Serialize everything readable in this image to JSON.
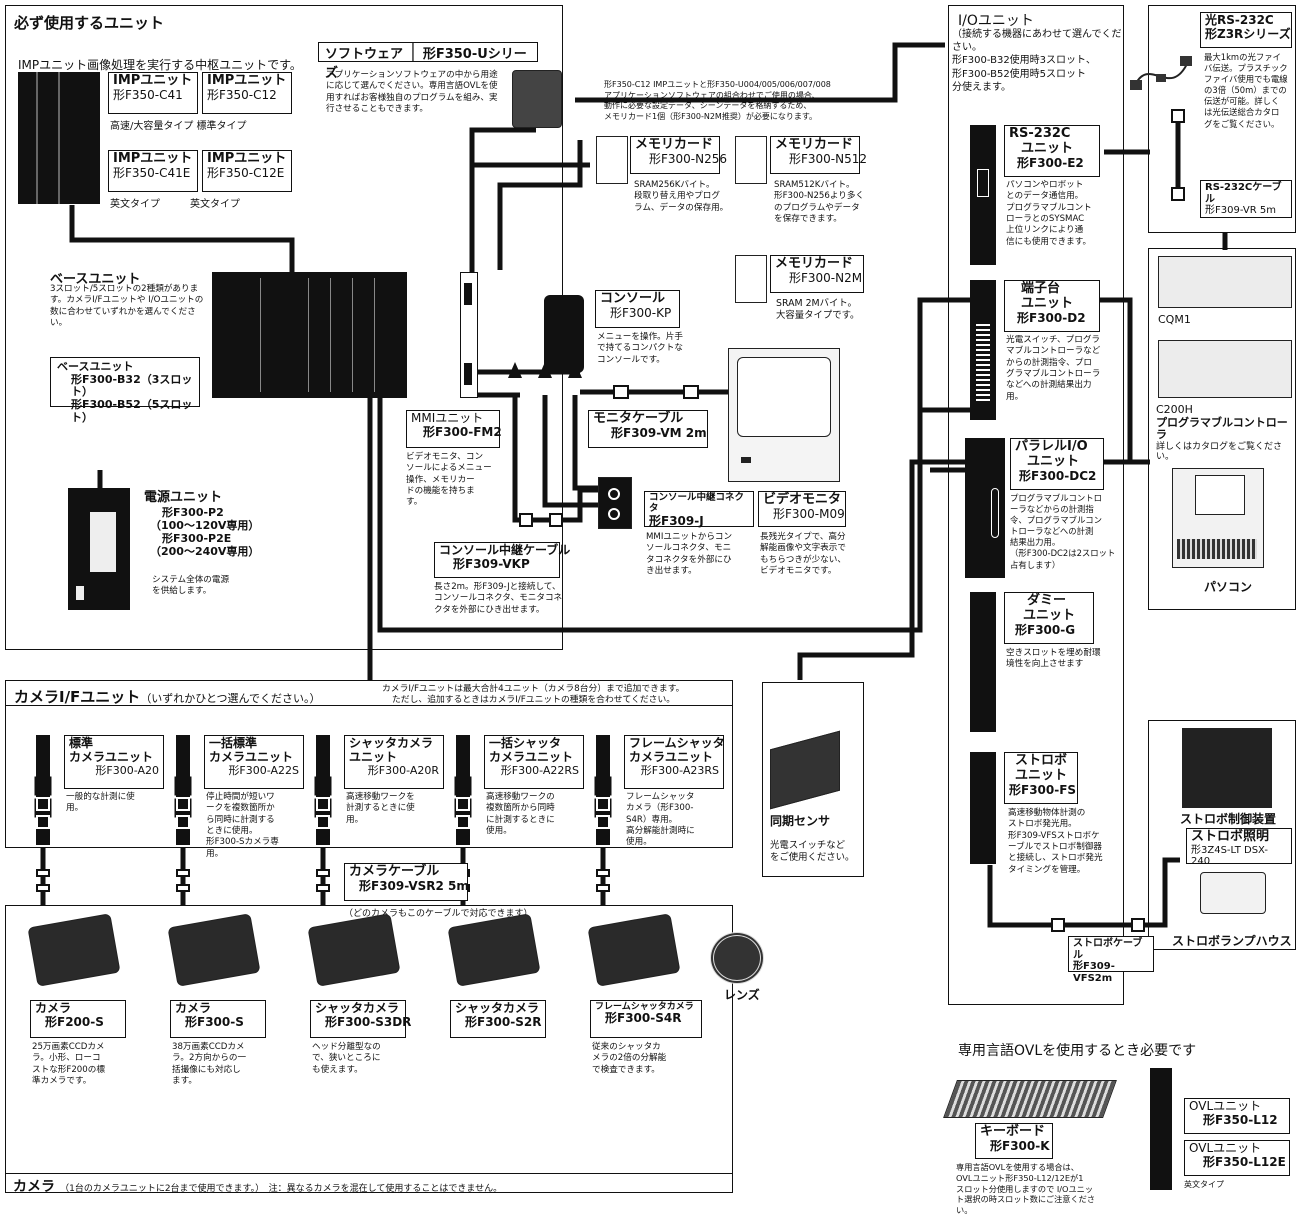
{
  "required": {
    "title": "必ず使用するユニット",
    "imp_intro": "IMPユニット画像処理を実行する中枢ユニットです。",
    "imp_units": [
      {
        "name": "IMPユニット",
        "model": "形F350-C41"
      },
      {
        "name": "IMPユニット",
        "model": "形F350-C12"
      },
      {
        "name": "IMPユニット",
        "model": "形F350-C41E"
      },
      {
        "name": "IMPユニット",
        "model": "形F350-C12E"
      }
    ],
    "imp_cap1": "高速/大容量タイプ 標準タイプ",
    "imp_cap2": "英文タイプ　　　英文タイプ",
    "software": {
      "name": "ソフトウェア",
      "model": "形F350-Uシリーズ",
      "desc": "アプリケーションソフトウェアの中から用途に応じて選んでください。専用言語OVLを使用すればお客様独自のプログラムを組み、実行させることもできます。"
    },
    "base": {
      "title": "ベースユニット",
      "desc": "3スロット/5スロットの2種類があります。カメラI/Fユニットや I/Oユニットの数に合わせていずれかを選んでください。",
      "box_title": "ベースユニット",
      "box_line1": "形F300-B32（3スロット）",
      "box_line2": "形F300-B52（5スロット）"
    },
    "power": {
      "title": "電源ユニット",
      "line1": "形F300-P2",
      "line2": "（100～120V専用）",
      "line3": "形F300-P2E",
      "line4": "（200～240V専用）",
      "desc": "システム全体の電源\nを供給します。"
    },
    "mmi": {
      "name": "MMIユニット",
      "model": "形F300-FM2",
      "desc": "ビデオモニタ、コン\nソールによるメニュー\n操作、メモリカー\nドの機能を持ちま\nす。"
    },
    "mem_note": "形F350-C12 IMPユニットと形F350-U004/005/006/007/008\nアプリケーションソフトウェアの組合わせでご使用の場合、\n動作に必要な設定データ、シーンデータを格納するため、\nメモリカード1個（形F300-N2M推奨）が必要になります。",
    "memcards": [
      {
        "name": "メモリカード",
        "model": "形F300-N256",
        "desc": "SRAM256Kバイト。\n段取り替え用やプログ\nラム、データの保存用。"
      },
      {
        "name": "メモリカード",
        "model": "形F300-N512",
        "desc": "SRAM512Kバイト。\n形F300-N256より多く\nのプログラムやデータ\nを保存できます。"
      },
      {
        "name": "メモリカード",
        "model": "形F300-N2M",
        "desc": "SRAM 2Mバイト。\n大容量タイプです。"
      }
    ],
    "console": {
      "name": "コンソール",
      "model": "形F300-KP",
      "desc": "メニューを操作。片手\nで持てるコンパクトな\nコンソールです。"
    },
    "monitor_cable": {
      "name": "モニタケーブル",
      "model": "形F309-VM 2m"
    },
    "console_conn": {
      "name": "コンソール中継コネクタ",
      "model": "形F309-J",
      "desc": "MMIユニットからコン\nソールコネクタ、モニ\nタコネクタを外部にひ\nき出せます。"
    },
    "video_monitor": {
      "name": "ビデオモニタ",
      "model": "形F300-M09",
      "desc": "長残光タイプで、高分\n解能画像や文字表示で\nもちらつきが少ない、\nビデオモニタです。"
    },
    "console_cable": {
      "name": "コンソール中継ケーブル",
      "model": "形F309-VKP",
      "desc": "長さ2m。形F309-Jと接続して、\nコンソールコネクタ、モニタコネ\nクタを外部にひき出せます。"
    }
  },
  "io": {
    "title": "I/Oユニット",
    "note": "（接続する機器にあわせて選んでください。\n形F300-B32使用時3スロット、\n形F300-B52使用時5スロット\n分使えます。",
    "units": [
      {
        "l1": "RS-232C",
        "l2": "ユニット",
        "model": "形F300-E2",
        "desc": "パソコンやロボット\nとのデータ通信用。\nプログラマブルコント\nローラとのSYSMAC\n上位リンクにより通\n信にも使用できます。"
      },
      {
        "l1": "端子台",
        "l2": "ユニット",
        "model": "形F300-D2",
        "desc": "光電スイッチ、プログラ\nマブルコントローラなど\nからの計測指令、プロ\nグラマブルコントローラ\nなどへの計測結果出力\n用。"
      },
      {
        "l1": "パラレルI/O",
        "l2": "ユニット",
        "model": "形F300-DC2",
        "desc": "プログラマブルコントロ\nーラなどからの計測指\n令、プログラマブルコン\nトローラなどへの計測\n結果出力用。\n（形F300-DC2は2スロット\n占有します）"
      },
      {
        "l1": "ダミー",
        "l2": "ユニット",
        "model": "形F300-G",
        "desc": "空きスロットを埋め耐環\n境性を向上させます"
      },
      {
        "l1": "ストロボ",
        "l2": "ユニット",
        "model": "形F300-FS",
        "desc": "高速移動物体計測の\nストロボ発光用。\n形F309-VFSストロボケ\nーブルでストロボ制御器\nと接続し、ストロボ発光\nタイミングを管理。"
      }
    ],
    "strobe_cable": {
      "name": "ストロボケーブル",
      "model": "形F309-VFS2m"
    }
  },
  "optical": {
    "title1": "光RS-232C",
    "title2": "形Z3Rシリーズ",
    "desc": "最大1kmの光ファイ\nバ伝送。プラスチック\nファイバ使用でも電線\nの3倍（50m）までの\n伝送が可能。詳しく\nは光伝送総合カタロ\nグをご覧ください。",
    "cable_name": "RS-232Cケーブル",
    "cable_model": "形F309-VR 5m"
  },
  "plc": {
    "cqm1": "CQM1",
    "c200h": "C200H",
    "plc_name": "プログラマブルコントローラ",
    "plc_note": "詳しくはカタログをご覧ください。",
    "pc": "パソコン"
  },
  "sync": {
    "name": "同期センサ",
    "desc": "光電スイッチなど\nをご使用ください。"
  },
  "strobe": {
    "ctrl": "ストロボ制御装置",
    "light_name": "ストロボ照明",
    "light_model": "形3Z4S-LT DSX-240",
    "lamp": "ストロボランプハウス"
  },
  "ovl": {
    "heading": "専用言語OVLを使用するとき必要です",
    "kb_name": "キーボード",
    "kb_model": "形F300-K",
    "kb_desc": "専用言語OVLを使用する場合は、\nOVLユニット形F350-L12/12Eが1\nスロット分使用しますので I/Oユニッ\nト選択の時スロット数にご注意くださ\nい。",
    "u1_name": "OVLユニット",
    "u1_model": "形F350-L12",
    "u2_name": "OVLユニット",
    "u2_model": "形F350-L12E",
    "u2_cap": "英文タイプ"
  },
  "camif": {
    "title": "カメラI/Fユニット",
    "title_note": "（いずれかひとつ選んでください。）",
    "note1": "カメラI/Fユニットは最大合計4ユニット（カメラ8台分）まで追加できます。",
    "note2": "ただし、追加するときはカメラI/Fユニットの種類を合わせてください。",
    "units": [
      {
        "l1": "標準",
        "l2": "カメラユニット",
        "model": "形F300-A20",
        "desc": "一般的な計測に使\n用。"
      },
      {
        "l1": "一括標準",
        "l2": "カメラユニット",
        "model": "形F300-A22S",
        "desc": "停止時間が短いワ\nークを複数箇所か\nら同時に計測する\nときに使用。\n形F300-Sカメラ専\n用。"
      },
      {
        "l1": "シャッタカメラ",
        "l2": "ユニット",
        "model": "形F300-A20R",
        "desc": "高速移動ワークを\n計測するときに使\n用。"
      },
      {
        "l1": "一括シャッタ",
        "l2": "カメラユニット",
        "model": "形F300-A22RS",
        "desc": "高速移動ワークの\n複数箇所から同時\nに計測するときに\n使用。"
      },
      {
        "l1": "フレームシャッタ",
        "l2": "カメラユニット",
        "model": "形F300-A23RS",
        "desc": "フレームシャッタ\nカメラ（形F300-\nS4R）専用。\n高分解能計測時に\n使用。"
      }
    ],
    "cable_name": "カメラケーブル",
    "cable_model": "形F309-VSR2 5m",
    "cable_note": "（どのカメラもこのケーブルで対応できます）"
  },
  "cameras": {
    "items": [
      {
        "name": "カメラ",
        "model": "形F200-S",
        "desc": "25万画素CCDカメ\nラ。小形、ローコ\nストな形F200の標\n準カメラです。"
      },
      {
        "name": "カメラ",
        "model": "形F300-S",
        "desc": "38万画素CCDカメ\nラ。2方向からの一\n括撮像にも対応し\nます。"
      },
      {
        "name": "シャッタカメラ",
        "model": "形F300-S3DR",
        "desc": "ヘッド分離型なの\nで、狭いところに\nも使えます。"
      },
      {
        "name": "シャッタカメラ",
        "model": "形F300-S2R",
        "desc": ""
      },
      {
        "name": "フレームシャッタカメラ",
        "model": "形F300-S4R",
        "desc": "従来のシャッタカ\nメラの2倍の分解能\nで検査できます。"
      }
    ],
    "lens": "レンズ",
    "footer_title": "カメラ",
    "footer_note": "（1台のカメラユニットに2台まで使用できます。）　注：異なるカメラを混在して使用することはできません。"
  }
}
